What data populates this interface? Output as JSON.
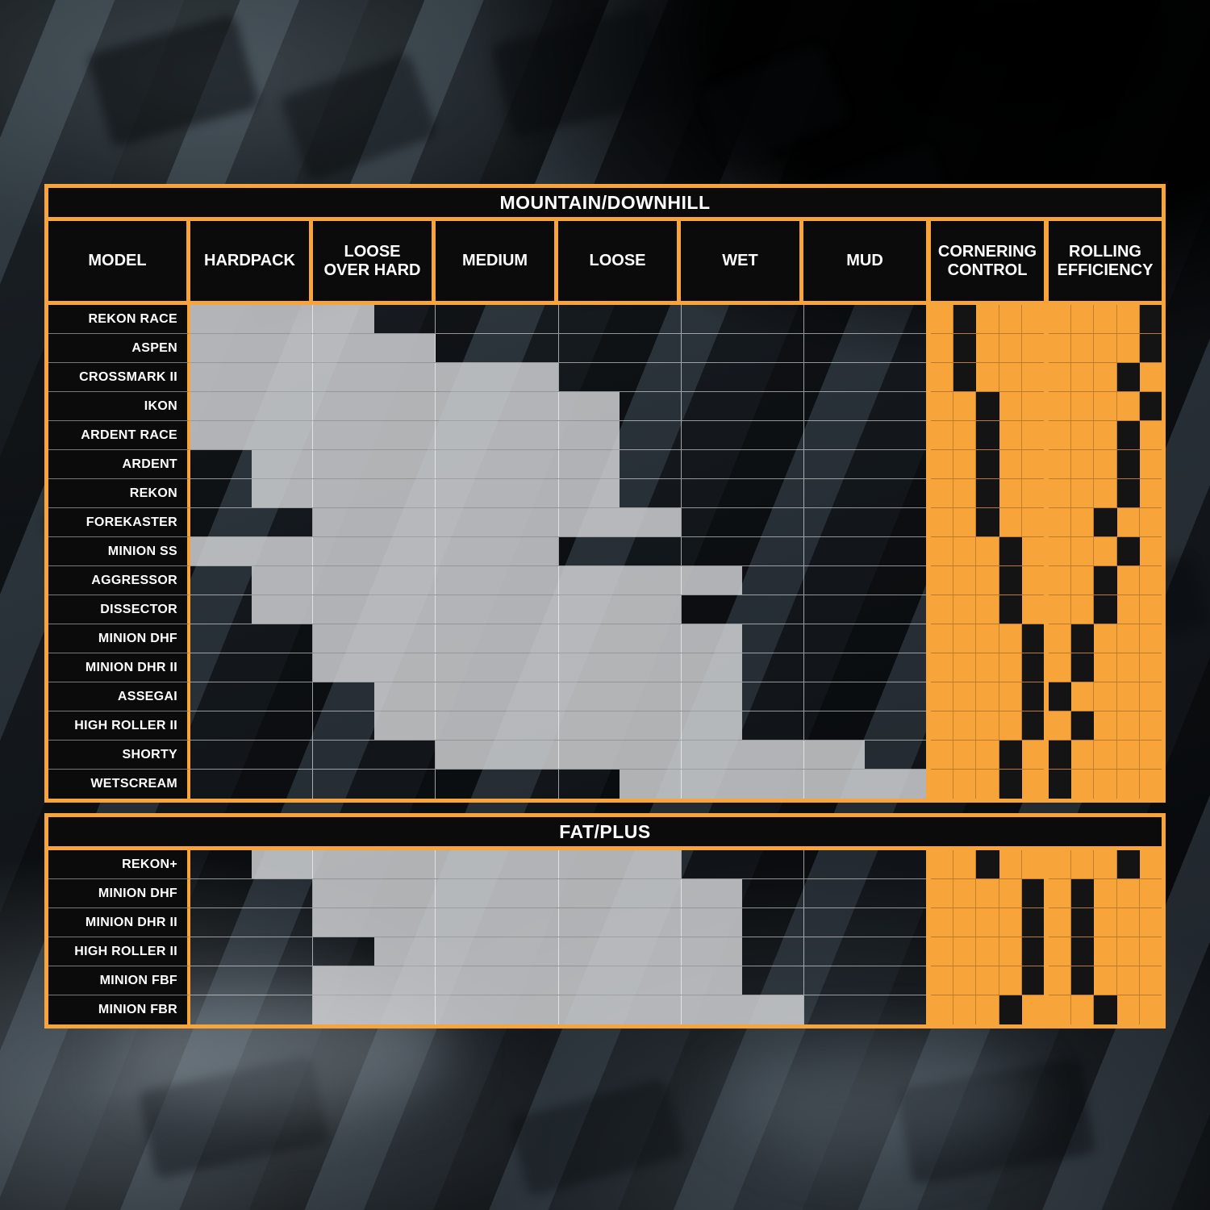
{
  "chart_data": {
    "type": "table",
    "columns": [
      "MODEL",
      "HARDPACK",
      "LOOSE OVER HARD",
      "MEDIUM",
      "LOOSE",
      "WET",
      "MUD",
      "CORNERING CONTROL",
      "ROLLING EFFICIENCY"
    ],
    "terrain_columns": [
      "HARDPACK",
      "LOOSE OVER HARD",
      "MEDIUM",
      "LOOSE",
      "WET",
      "MUD"
    ],
    "rating_columns": [
      "CORNERING CONTROL",
      "ROLLING EFFICIENCY"
    ],
    "rating_scale": 5,
    "legend": "terrain range shown as gray bar spanning condition columns; ratings shown as dark marker on 1-5 orange scale",
    "sections": [
      {
        "title": "MOUNTAIN/DOWNHILL",
        "show_column_headers": true,
        "rows": [
          {
            "model": "REKON RACE",
            "range": [
              0,
              1.5
            ],
            "cornering_control": 2,
            "rolling_efficiency": 5
          },
          {
            "model": "ASPEN",
            "range": [
              0,
              2
            ],
            "cornering_control": 2,
            "rolling_efficiency": 5
          },
          {
            "model": "CROSSMARK II",
            "range": [
              0,
              3
            ],
            "cornering_control": 2,
            "rolling_efficiency": 4
          },
          {
            "model": "IKON",
            "range": [
              0,
              3.5
            ],
            "cornering_control": 3,
            "rolling_efficiency": 5
          },
          {
            "model": "ARDENT RACE",
            "range": [
              0,
              3.5
            ],
            "cornering_control": 3,
            "rolling_efficiency": 4
          },
          {
            "model": "ARDENT",
            "range": [
              0.5,
              3.5
            ],
            "cornering_control": 3,
            "rolling_efficiency": 4
          },
          {
            "model": "REKON",
            "range": [
              0.5,
              3.5
            ],
            "cornering_control": 3,
            "rolling_efficiency": 4
          },
          {
            "model": "FOREKASTER",
            "range": [
              1,
              4
            ],
            "cornering_control": 3,
            "rolling_efficiency": 3
          },
          {
            "model": "MINION SS",
            "range": [
              0,
              3
            ],
            "cornering_control": 4,
            "rolling_efficiency": 4
          },
          {
            "model": "AGGRESSOR",
            "range": [
              0.5,
              4.5
            ],
            "cornering_control": 4,
            "rolling_efficiency": 3
          },
          {
            "model": "DISSECTOR",
            "range": [
              0.5,
              4
            ],
            "cornering_control": 4,
            "rolling_efficiency": 3
          },
          {
            "model": "MINION DHF",
            "range": [
              1,
              4.5
            ],
            "cornering_control": 5,
            "rolling_efficiency": 2
          },
          {
            "model": "MINION DHR II",
            "range": [
              1,
              4.5
            ],
            "cornering_control": 5,
            "rolling_efficiency": 2
          },
          {
            "model": "ASSEGAI",
            "range": [
              1.5,
              4.5
            ],
            "cornering_control": 5,
            "rolling_efficiency": 1
          },
          {
            "model": "HIGH ROLLER II",
            "range": [
              1.5,
              4.5
            ],
            "cornering_control": 5,
            "rolling_efficiency": 2
          },
          {
            "model": "SHORTY",
            "range": [
              2,
              5.5
            ],
            "cornering_control": 4,
            "rolling_efficiency": 1
          },
          {
            "model": "WETSCREAM",
            "range": [
              3.5,
              6
            ],
            "cornering_control": 4,
            "rolling_efficiency": 1
          }
        ]
      },
      {
        "title": "FAT/PLUS",
        "show_column_headers": false,
        "rows": [
          {
            "model": "REKON+",
            "range": [
              0.5,
              4
            ],
            "cornering_control": 3,
            "rolling_efficiency": 4
          },
          {
            "model": "MINION DHF",
            "range": [
              1,
              4.5
            ],
            "cornering_control": 5,
            "rolling_efficiency": 2
          },
          {
            "model": "MINION DHR II",
            "range": [
              1,
              4.5
            ],
            "cornering_control": 5,
            "rolling_efficiency": 2
          },
          {
            "model": "HIGH ROLLER II",
            "range": [
              1.5,
              4.5
            ],
            "cornering_control": 5,
            "rolling_efficiency": 2
          },
          {
            "model": "MINION FBF",
            "range": [
              1,
              4.5
            ],
            "cornering_control": 5,
            "rolling_efficiency": 2
          },
          {
            "model": "MINION FBR",
            "range": [
              1,
              5
            ],
            "cornering_control": 4,
            "rolling_efficiency": 3
          }
        ]
      }
    ],
    "colors": {
      "accent_orange": "#F7A43A",
      "header_background": "#0B0B0B",
      "header_text": "#FFFFFF",
      "range_bar_gray": "#D5D7D9",
      "rating_marker": "#141414"
    }
  }
}
